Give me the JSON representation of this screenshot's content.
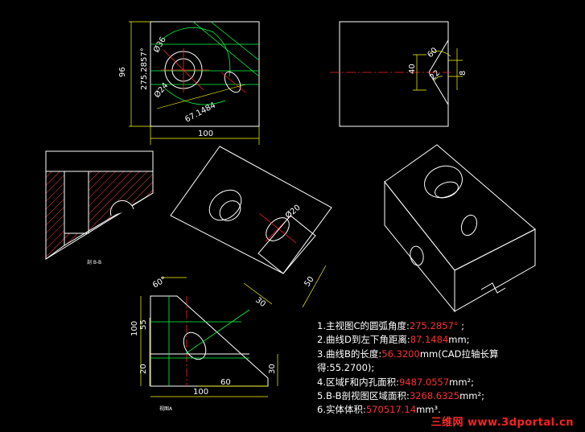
{
  "colors": {
    "background": "#000000",
    "outline": "#ffffff",
    "dimension": "#ffff00",
    "centerline": "#ff2020",
    "construction": "#00ff40",
    "hatch": "#ff4040",
    "value": "#ff3030"
  },
  "front_view": {
    "dims": {
      "height": "96",
      "width": "100",
      "angle": "275.2857°",
      "dia_top": "Ø36",
      "dia_bottom": "Ø24",
      "curve_len": "67.1484"
    }
  },
  "side_view": {
    "dims": {
      "h40": "40",
      "a60": "60",
      "r22": "22",
      "h8": "8"
    }
  },
  "section_view": {
    "label": "剖 B-B"
  },
  "aux_view": {
    "dims": {
      "d20": "Ø20",
      "w30": "30",
      "l50": "50"
    }
  },
  "bottom_view": {
    "dims": {
      "h100": "100",
      "h55": "55",
      "h20": "20",
      "h30": "30",
      "w60": "60",
      "w100": "100",
      "a60": "60°"
    },
    "label": "视图A"
  },
  "notes": [
    {
      "prefix": "1.主视图C的圆弧角度:",
      "value": "275.2857°",
      "suffix": " ;"
    },
    {
      "prefix": "2.曲线D到左下角距离:",
      "value": "87.1484",
      "suffix": "mm;"
    },
    {
      "prefix": "3.曲线B的长度:",
      "value": "56.3200",
      "suffix": "mm(CAD拉轴长算"
    },
    {
      "prefix": "得:55.2700);",
      "value": "",
      "suffix": ""
    },
    {
      "prefix": "4.区域F和内孔面积:",
      "value": "9487.0557",
      "suffix": "mm²;"
    },
    {
      "prefix": "5.B-B剖视图区域面积:",
      "value": "3268.6325",
      "suffix": "mm²;"
    },
    {
      "prefix": "6.实体体积:",
      "value": "570517.14",
      "suffix": "mm³."
    }
  ],
  "watermark": {
    "cn": "三维网",
    "url": "www.3dportal.cn"
  }
}
